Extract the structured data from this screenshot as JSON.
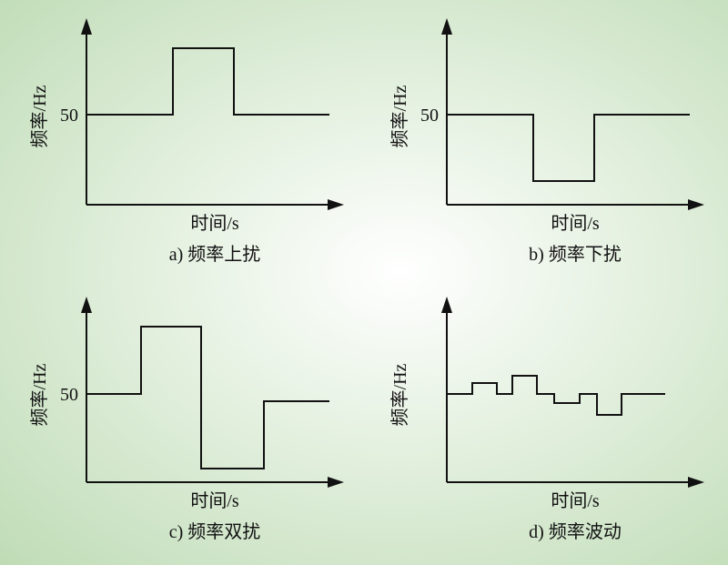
{
  "colors": {
    "background_edge": "#bfdcb6",
    "background_center": "#ffffff",
    "ink": "#111111"
  },
  "panels": [
    {
      "id": "a",
      "y_axis_label": "频率/Hz",
      "y_tick_label": "50",
      "x_axis_label": "时间/s",
      "caption": "a) 频率上扰"
    },
    {
      "id": "b",
      "y_axis_label": "频率/Hz",
      "y_tick_label": "50",
      "x_axis_label": "时间/s",
      "caption": "b) 频率下扰"
    },
    {
      "id": "c",
      "y_axis_label": "频率/Hz",
      "y_tick_label": "50",
      "x_axis_label": "时间/s",
      "caption": "c) 频率双扰"
    },
    {
      "id": "d",
      "y_axis_label": "频率/Hz",
      "x_axis_label": "时间/s",
      "caption": "d) 频率波动"
    }
  ]
}
